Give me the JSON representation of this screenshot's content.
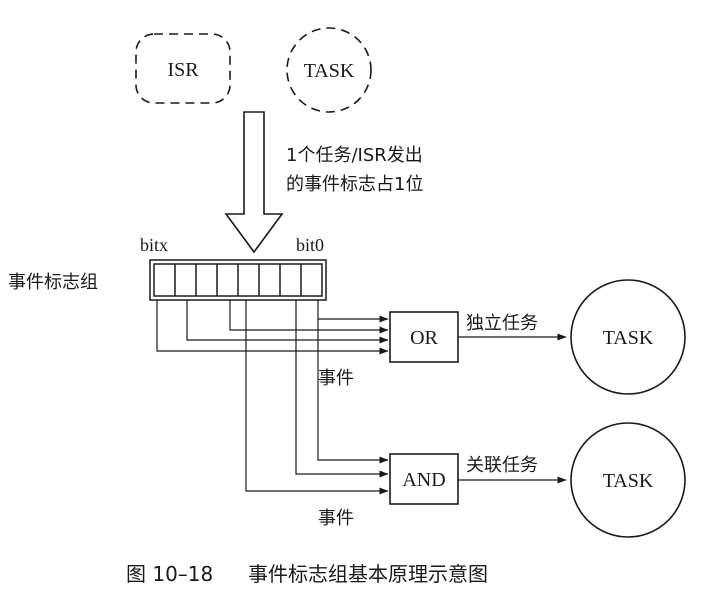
{
  "nodes": {
    "isr": "ISR",
    "task_source": "TASK",
    "task_independent": "TASK",
    "task_associated": "TASK",
    "or_gate": "OR",
    "and_gate": "AND"
  },
  "labels": {
    "emit_line1": "1个任务/ISR发出",
    "emit_line2": "的事件标志占1位",
    "bitx": "bitx",
    "bit0": "bit0",
    "group": "事件标志组",
    "independent": "独立任务",
    "associated": "关联任务",
    "event_or": "事件",
    "event_and": "事件"
  },
  "caption": {
    "figure_no": "图 10–18",
    "title": "事件标志组基本原理示意图"
  },
  "bit_count": 8
}
